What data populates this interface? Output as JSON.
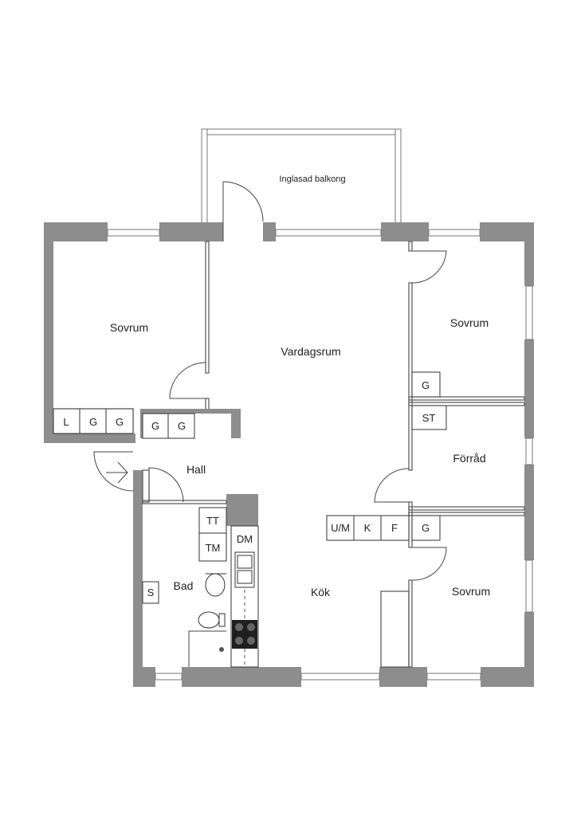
{
  "rooms": {
    "balcony": "Inglasad balkong",
    "bedroom_left": "Sovrum",
    "living": "Vardagsrum",
    "bedroom_top_right": "Sovrum",
    "storage": "Förråd",
    "hall": "Hall",
    "bath": "Bad",
    "kitchen": "Kök",
    "bedroom_bottom_right": "Sovrum"
  },
  "fixtures": {
    "wardrobe_l": "L",
    "wardrobe_g1": "G",
    "wardrobe_g2": "G",
    "hall_g1": "G",
    "hall_g2": "G",
    "bedroom_tr_g": "G",
    "storage_st": "ST",
    "kitchen_um": "U/M",
    "kitchen_k": "K",
    "kitchen_f": "F",
    "bedroom_br_g": "G",
    "bath_tt": "TT",
    "bath_tm": "TM",
    "kitchen_dm": "DM",
    "bath_s": "S"
  }
}
